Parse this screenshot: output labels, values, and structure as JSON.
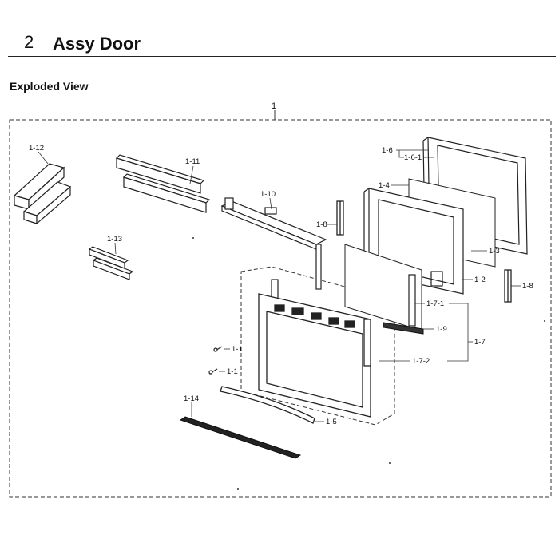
{
  "header": {
    "section_number": "2",
    "section_title": "Assy Door",
    "subtitle": "Exploded View"
  },
  "diagram": {
    "assembly_label": "1",
    "callouts": {
      "c_1_1a": "1-1",
      "c_1_1b": "1-1",
      "c_1_2": "1-2",
      "c_1_3": "1-3",
      "c_1_4": "1-4",
      "c_1_5": "1-5",
      "c_1_6": "1-6",
      "c_1_6_1": "1-6-1",
      "c_1_7": "1-7",
      "c_1_7_1": "1-7-1",
      "c_1_7_2": "1-7-2",
      "c_1_8a": "1-8",
      "c_1_8b": "1-8",
      "c_1_9": "1-9",
      "c_1_10": "1-10",
      "c_1_11": "1-11",
      "c_1_12": "1-12",
      "c_1_13": "1-13",
      "c_1_14": "1-14"
    }
  }
}
